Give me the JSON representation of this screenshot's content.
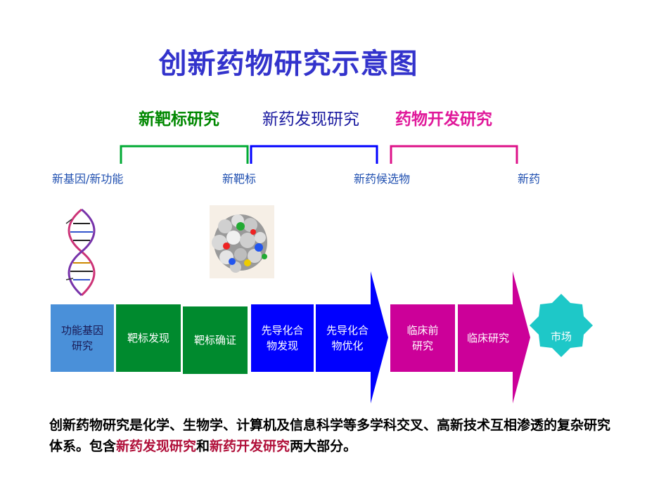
{
  "title": "创新药物研究示意图",
  "phases": {
    "target": "新靶标研究",
    "discovery": "新药发现研究",
    "development": "药物开发研究"
  },
  "milestones": [
    "新基因/新功能",
    "新靶标",
    "新药候选物",
    "新药"
  ],
  "steps": [
    {
      "label": "功能基因\n研究",
      "color": "#4a90d9",
      "text_color": "#1a1a55"
    },
    {
      "label": "靶标发现",
      "color": "#008a2e",
      "text_color": "#ffffff"
    },
    {
      "label": "靶标确证",
      "color": "#008a2e",
      "text_color": "#ffffff"
    },
    {
      "label": "先导化合\n物发现",
      "color": "#0000ff",
      "text_color": "#ffffff"
    },
    {
      "label": "先导化合\n物优化",
      "color": "#0000ff",
      "text_color": "#ffffff"
    },
    {
      "label": "临床前\n研究",
      "color": "#cc0099",
      "text_color": "#ffffff"
    },
    {
      "label": "临床研究",
      "color": "#cc0099",
      "text_color": "#ffffff"
    },
    {
      "label": "市场",
      "color": "#1ec8c8",
      "text_color": "#ffffff"
    }
  ],
  "summary": {
    "part1": "创新药物研究是化学、生物学、计算机及信息科学等多学科交叉、高新技术互相渗透的复杂研究体系。包含",
    "hl1": "新药发现研究",
    "mid": "和",
    "hl2": "新药开发研究",
    "part2": "两大部分。"
  },
  "icons": {
    "dna": "dna-helix-icon",
    "protein": "protein-structure-icon"
  },
  "colors": {
    "title": "#3333cc",
    "green": "#008800",
    "blue": "#1a1aa0",
    "magenta": "#e0189a",
    "highlight": "#b0103a"
  }
}
